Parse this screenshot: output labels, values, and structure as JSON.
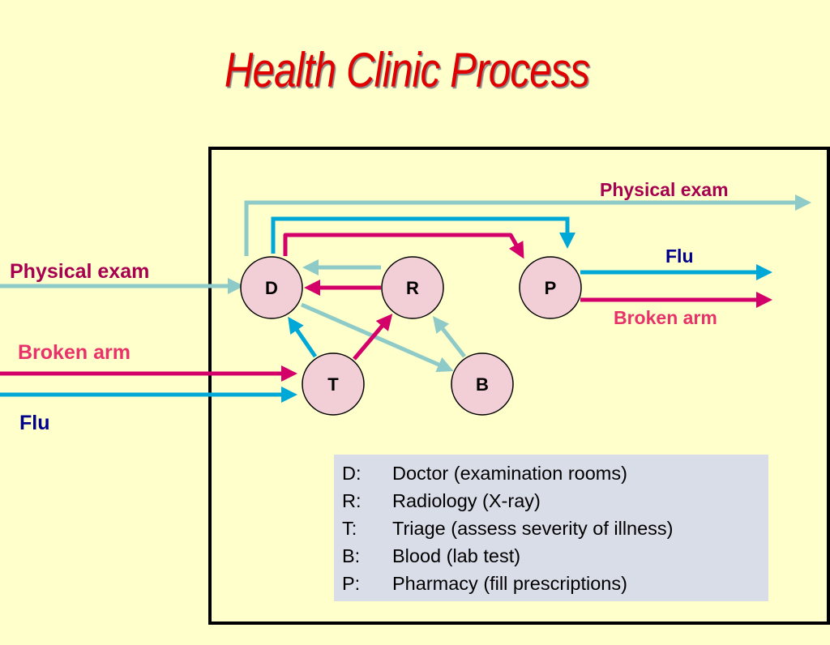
{
  "title": "Health Clinic Process",
  "colors": {
    "background": "#ffffcc",
    "title": "#e00000",
    "physical_exam": "#8ecac8",
    "flu": "#00a8d8",
    "broken_arm": "#d4006a",
    "node_fill": "#f2cfd6",
    "legend_bg": "#d9dde8"
  },
  "nodes": [
    {
      "id": "D",
      "label": "D"
    },
    {
      "id": "R",
      "label": "R"
    },
    {
      "id": "P",
      "label": "P"
    },
    {
      "id": "T",
      "label": "T"
    },
    {
      "id": "B",
      "label": "B"
    }
  ],
  "labels": {
    "physical_exam_in": "Physical exam",
    "broken_arm_in": "Broken arm",
    "flu_in": "Flu",
    "physical_exam_out": "Physical exam",
    "flu_out": "Flu",
    "broken_arm_out": "Broken arm"
  },
  "legend": [
    {
      "key": "D:",
      "text": "Doctor (examination rooms)"
    },
    {
      "key": "R:",
      "text": "Radiology (X-ray)"
    },
    {
      "key": "T:",
      "text": "Triage (assess severity of illness)"
    },
    {
      "key": "B:",
      "text": "Blood (lab test)"
    },
    {
      "key": "P:",
      "text": "Pharmacy (fill prescriptions)"
    }
  ]
}
